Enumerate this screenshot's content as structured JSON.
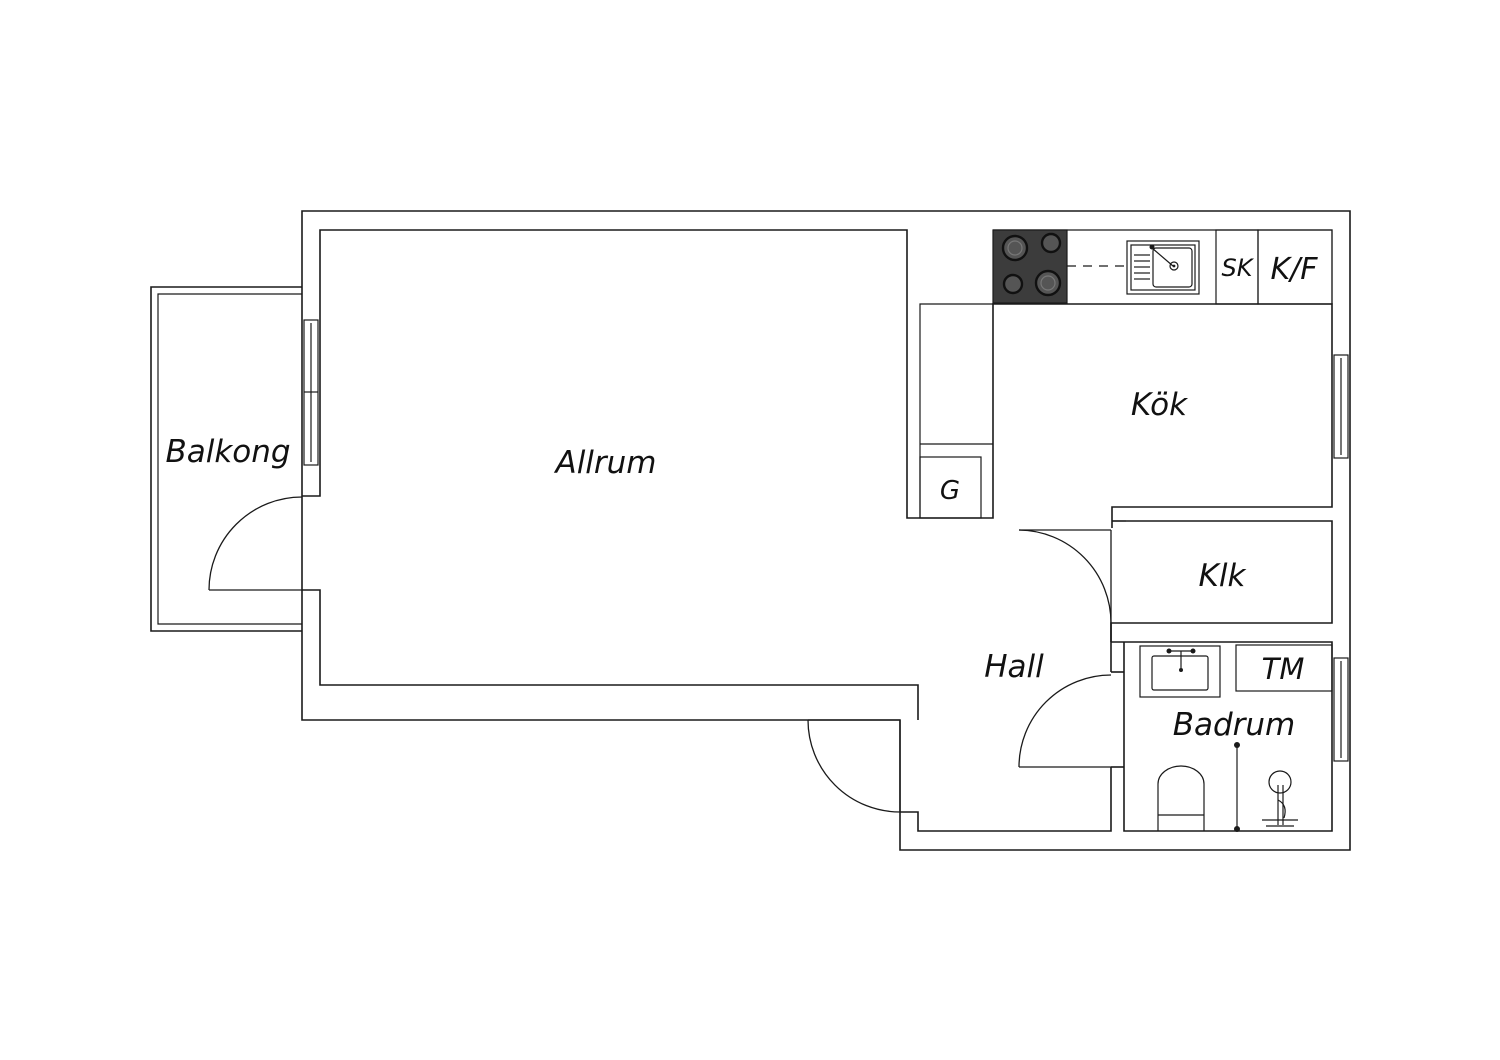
{
  "plan": {
    "rooms": {
      "balkong": "Balkong",
      "allrum": "Allrum",
      "kok": "Kök",
      "klk": "Klk",
      "hall": "Hall",
      "badrum": "Badrum"
    },
    "fixtures": {
      "g": "G",
      "sk": "SK",
      "kf": "K/F",
      "tm": "TM"
    },
    "icons": [
      "stove-icon",
      "kitchen-sink-icon",
      "bathroom-sink-icon",
      "toilet-icon",
      "shower-icon"
    ]
  }
}
